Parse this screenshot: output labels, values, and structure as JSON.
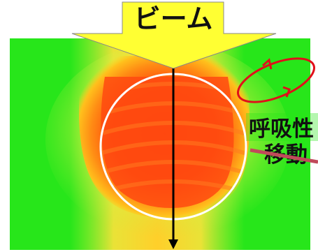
{
  "labels": {
    "beam": "ビーム",
    "respiratory_line1": "呼吸性",
    "respiratory_line2": "移動"
  },
  "colors": {
    "background_green": "#27e61a",
    "dose_core": "#ff3b0b",
    "dose_mid": "#ff8c14",
    "dose_edge": "#ffd21e",
    "beam_arrow_fill": "#ffff33",
    "target_outline": "#ffffff",
    "motion_loop": "#e0101a",
    "beam_axis": "#000000"
  },
  "icons": {
    "beam_arrow": "downward-beam-arrow-icon",
    "motion": "elliptical-motion-loop-icon",
    "target": "circular-target-contour-icon"
  }
}
